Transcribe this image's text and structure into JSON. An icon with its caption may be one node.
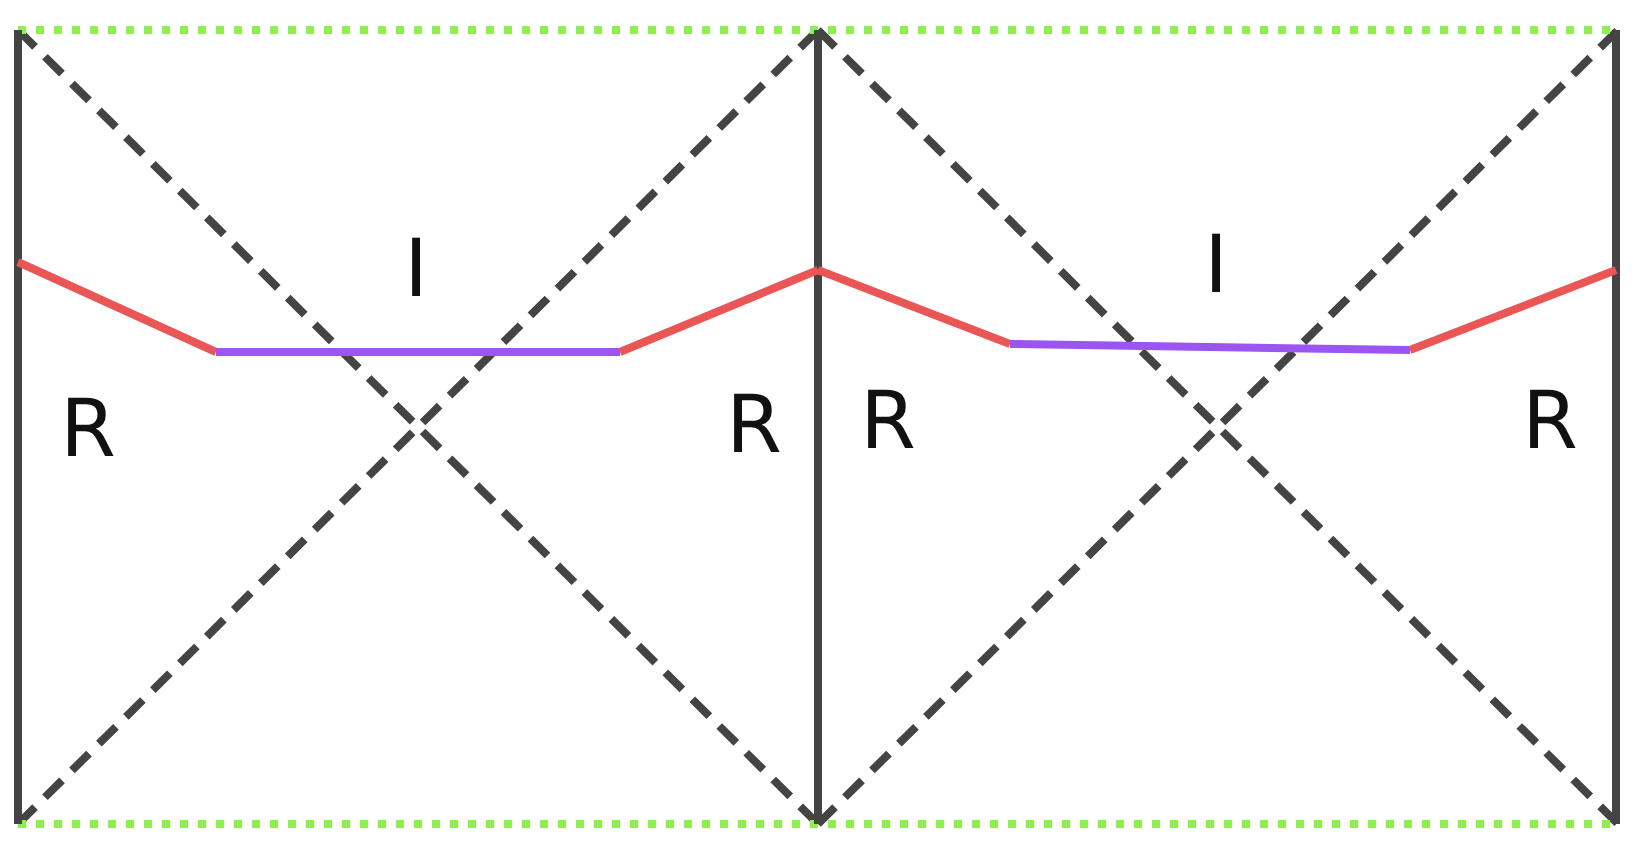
{
  "diagram": {
    "labels": [
      "I",
      "I",
      "R",
      "R",
      "R",
      "R"
    ]
  }
}
